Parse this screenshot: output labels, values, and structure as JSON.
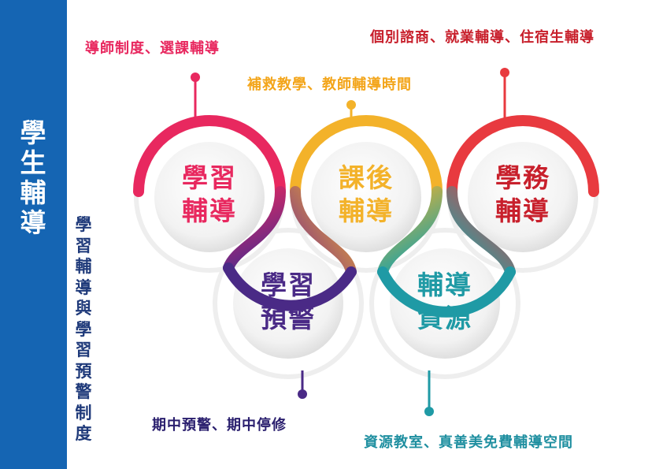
{
  "sidebar": {
    "title": [
      "學",
      "生",
      "輔",
      "導"
    ],
    "subtitle": [
      "學",
      "習",
      "輔",
      "導",
      "與",
      "學",
      "習",
      "預",
      "警",
      "制",
      "度"
    ]
  },
  "nodes": [
    {
      "id": "learning-guidance",
      "line1": "學習",
      "line2": "輔導",
      "color": "#e8285f",
      "callout": "導師制度、選課輔導"
    },
    {
      "id": "after-school",
      "line1": "課後",
      "line2": "輔導",
      "color": "#f3b22a",
      "callout": "補救教學、教師輔導時間"
    },
    {
      "id": "academic-affairs",
      "line1": "學務",
      "line2": "輔導",
      "color": "#c8202c",
      "callout": "個別諮商、就業輔導、住宿生輔導"
    },
    {
      "id": "learning-alert",
      "line1": "學習",
      "line2": "預警",
      "color": "#4a2a86",
      "callout": "期中預警、期中停修"
    },
    {
      "id": "guidance-resources",
      "line1": "輔導",
      "line2": "資源",
      "color": "#1f9aa5",
      "callout": "資源教室、真善美免費輔導空間"
    }
  ]
}
